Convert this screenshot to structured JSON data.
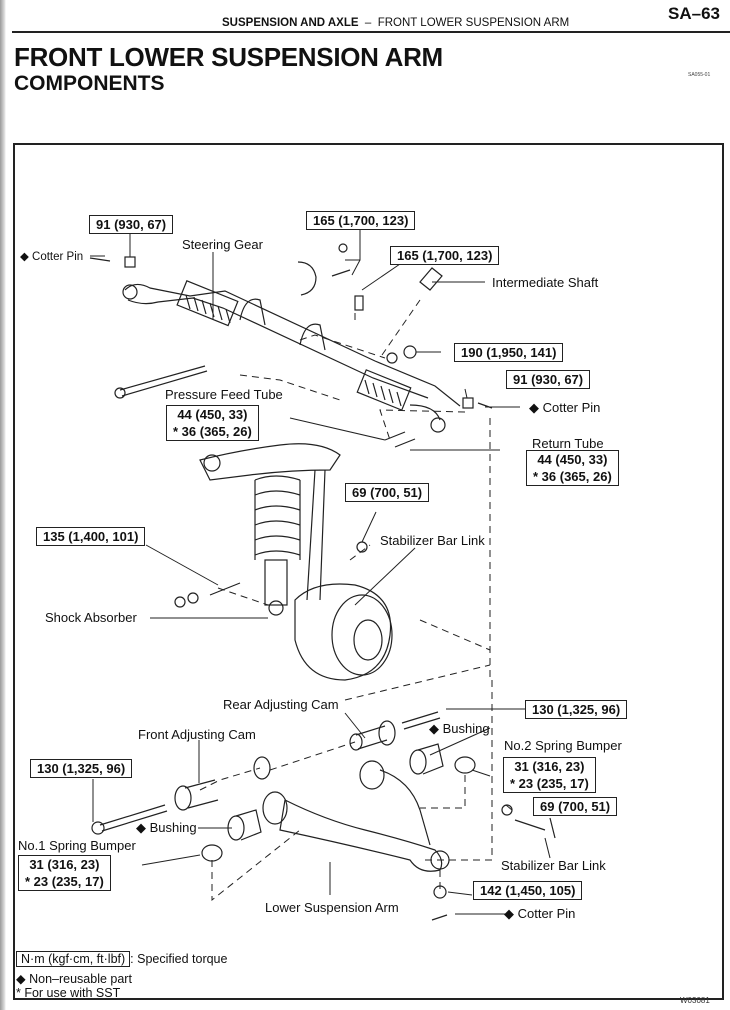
{
  "header": {
    "page_number": "SA–63",
    "section": "SUSPENSION AND AXLE",
    "separator": "–",
    "subsection": "FRONT LOWER SUSPENSION ARM",
    "title": "FRONT LOWER SUSPENSION ARM",
    "subtitle": "COMPONENTS",
    "figure_code": "SA055-01"
  },
  "torque_specs": [
    {
      "id": "t1",
      "line1": "91 (930, 67)"
    },
    {
      "id": "t2",
      "line1": "165 (1,700, 123)"
    },
    {
      "id": "t3",
      "line1": "165 (1,700, 123)"
    },
    {
      "id": "t4",
      "line1": "190 (1,950, 141)"
    },
    {
      "id": "t5",
      "line1": "91 (930, 67)"
    },
    {
      "id": "t6",
      "line1": "44 (450, 33)",
      "line2": "* 36 (365, 26)"
    },
    {
      "id": "t7",
      "line1": "44 (450, 33)",
      "line2": "* 36 (365, 26)"
    },
    {
      "id": "t8",
      "line1": "69 (700, 51)"
    },
    {
      "id": "t9",
      "line1": "135 (1,400, 101)"
    },
    {
      "id": "t10",
      "line1": "130 (1,325, 96)"
    },
    {
      "id": "t11",
      "line1": "130 (1,325, 96)"
    },
    {
      "id": "t12",
      "line1": "31 (316, 23)",
      "line2": "* 23 (235, 17)"
    },
    {
      "id": "t13",
      "line1": "31 (316, 23)",
      "line2": "* 23 (235, 17)"
    },
    {
      "id": "t14",
      "line1": "69 (700, 51)"
    },
    {
      "id": "t15",
      "line1": "142 (1,450, 105)"
    }
  ],
  "part_labels": {
    "cotter_pin_upper_left": "◆ Cotter Pin",
    "steering_gear": "Steering Gear",
    "intermediate_shaft": "Intermediate Shaft",
    "cotter_pin_upper_right": "◆ Cotter Pin",
    "pressure_feed_tube": "Pressure Feed Tube",
    "return_tube": "Return Tube",
    "stabilizer_bar_link_upper": "Stabilizer Bar Link",
    "shock_absorber": "Shock Absorber",
    "rear_adjusting_cam": "Rear Adjusting Cam",
    "bushing_right": "◆ Bushing",
    "no2_spring_bumper": "No.2 Spring Bumper",
    "front_adjusting_cam": "Front Adjusting Cam",
    "bushing_left": "◆ Bushing",
    "no1_spring_bumper": "No.1 Spring Bumper",
    "stabilizer_bar_link_lower": "Stabilizer Bar Link",
    "lower_suspension_arm": "Lower Suspension Arm",
    "cotter_pin_lower": "◆ Cotter Pin"
  },
  "legend": {
    "torque_unit": "N·m (kgf·cm, ft·lbf)",
    "torque_desc": ": Specified torque",
    "non_reusable": "◆ Non–reusable part",
    "sst": "* For use with SST"
  },
  "figure_id": "W03081"
}
